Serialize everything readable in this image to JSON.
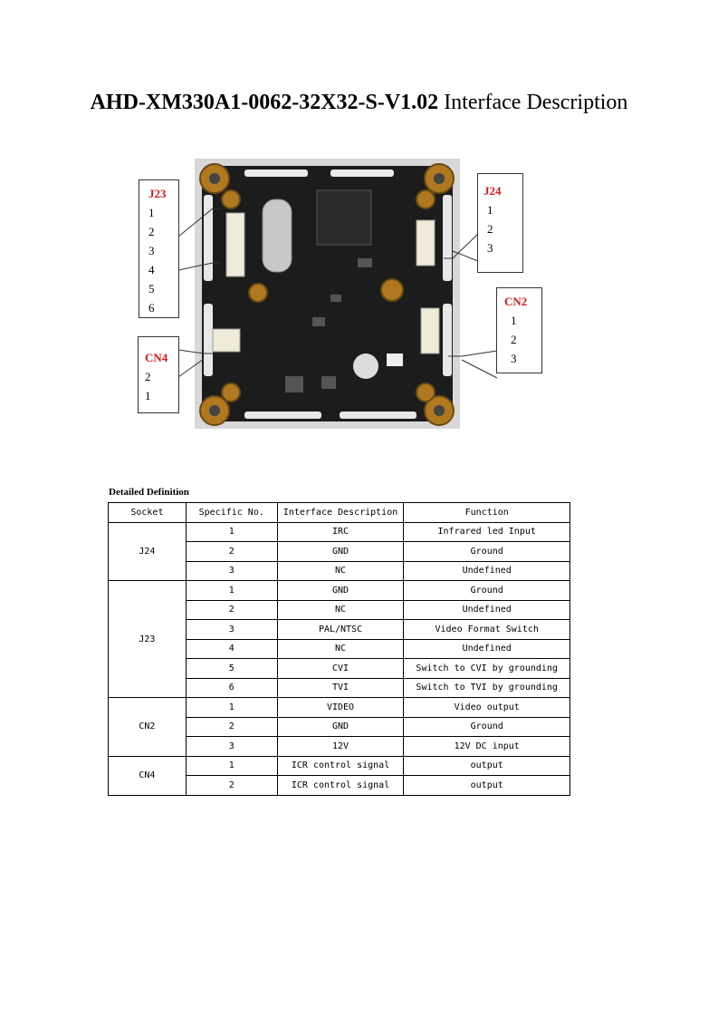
{
  "title": {
    "bold_part": "AHD-XM330A1-0062-32X32-S-V1.02",
    "rest_part": " Interface Description"
  },
  "diagram": {
    "callouts": [
      {
        "label": "J23",
        "pins": [
          "1",
          "2",
          "3",
          "4",
          "5",
          "6"
        ]
      },
      {
        "label": "J24",
        "pins": [
          "1",
          "2",
          "3"
        ]
      },
      {
        "label": "CN2",
        "pins": [
          "1",
          "2",
          "3"
        ]
      },
      {
        "label": "CN4",
        "pins": [
          "2",
          "1"
        ]
      }
    ]
  },
  "section_title": "Detailed Definition",
  "table": {
    "headers": [
      "Socket",
      "Specific No.",
      "Interface Description",
      "Function"
    ],
    "groups": [
      {
        "socket": "J24",
        "rows": [
          {
            "no": "1",
            "desc": "IRC",
            "func": "Infrared led Input"
          },
          {
            "no": "2",
            "desc": "GND",
            "func": "Ground"
          },
          {
            "no": "3",
            "desc": "NC",
            "func": "Undefined"
          }
        ]
      },
      {
        "socket": "J23",
        "rows": [
          {
            "no": "1",
            "desc": "GND",
            "func": "Ground"
          },
          {
            "no": "2",
            "desc": "NC",
            "func": "Undefined"
          },
          {
            "no": "3",
            "desc": "PAL/NTSC",
            "func": "Video Format Switch"
          },
          {
            "no": "4",
            "desc": "NC",
            "func": "Undefined"
          },
          {
            "no": "5",
            "desc": "CVI",
            "func": "Switch to CVI by grounding"
          },
          {
            "no": "6",
            "desc": "TVI",
            "func": "Switch to TVI by grounding"
          }
        ]
      },
      {
        "socket": "CN2",
        "rows": [
          {
            "no": "1",
            "desc": "VIDEO",
            "func": "Video output"
          },
          {
            "no": "2",
            "desc": "GND",
            "func": "Ground"
          },
          {
            "no": "3",
            "desc": "12V",
            "func": "12V DC input"
          }
        ]
      },
      {
        "socket": "CN4",
        "rows": [
          {
            "no": "1",
            "desc": "ICR control signal",
            "func": "output"
          },
          {
            "no": "2",
            "desc": "ICR control signal",
            "func": "output"
          }
        ]
      }
    ]
  }
}
